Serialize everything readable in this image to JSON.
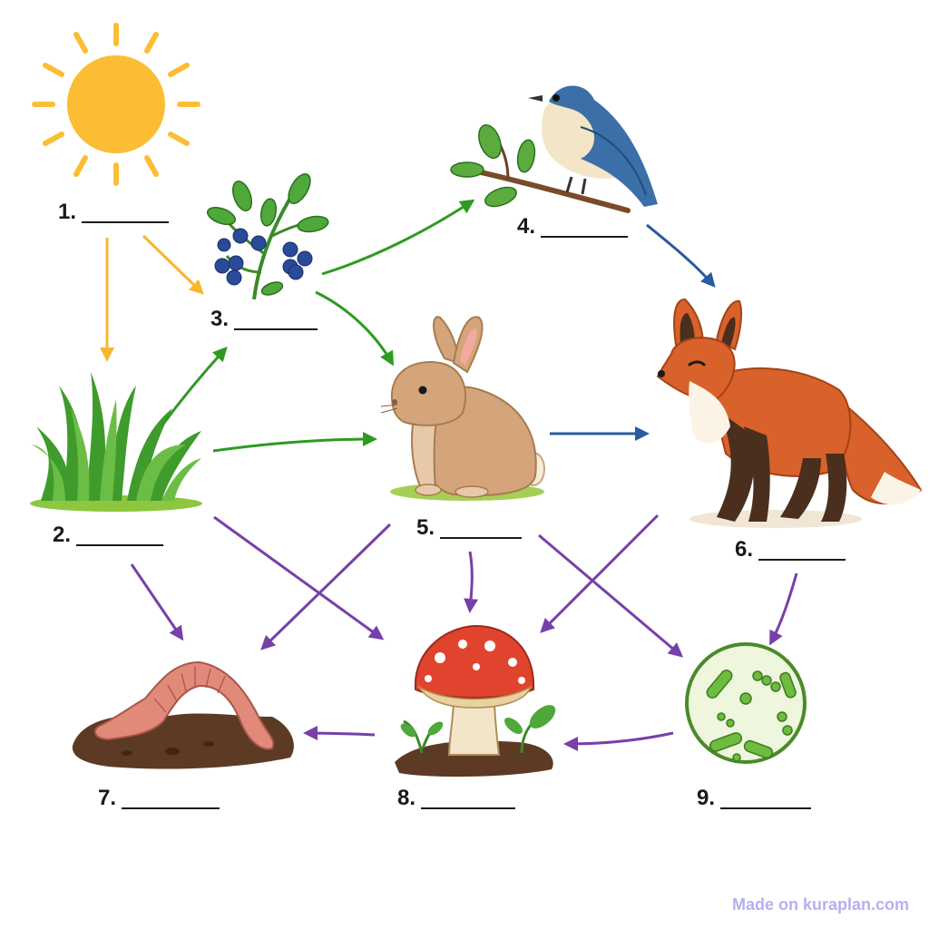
{
  "labels": [
    {
      "num": "1."
    },
    {
      "num": "2."
    },
    {
      "num": "3."
    },
    {
      "num": "4."
    },
    {
      "num": "5."
    },
    {
      "num": "6."
    },
    {
      "num": "7."
    },
    {
      "num": "8."
    },
    {
      "num": "9."
    }
  ],
  "watermark": "Made on kuraplan.com",
  "icons": [
    "sun-icon",
    "grass-icon",
    "blueberry-bush-icon",
    "bird-icon",
    "rabbit-icon",
    "fox-icon",
    "earthworm-icon",
    "mushroom-icon",
    "bacteria-icon"
  ],
  "colors": {
    "sun_arrow": "#f7b62e",
    "producer_arrow": "#2e9a22",
    "predator_arrow": "#2a5aa0",
    "decomposer_arrow": "#7640a8"
  }
}
